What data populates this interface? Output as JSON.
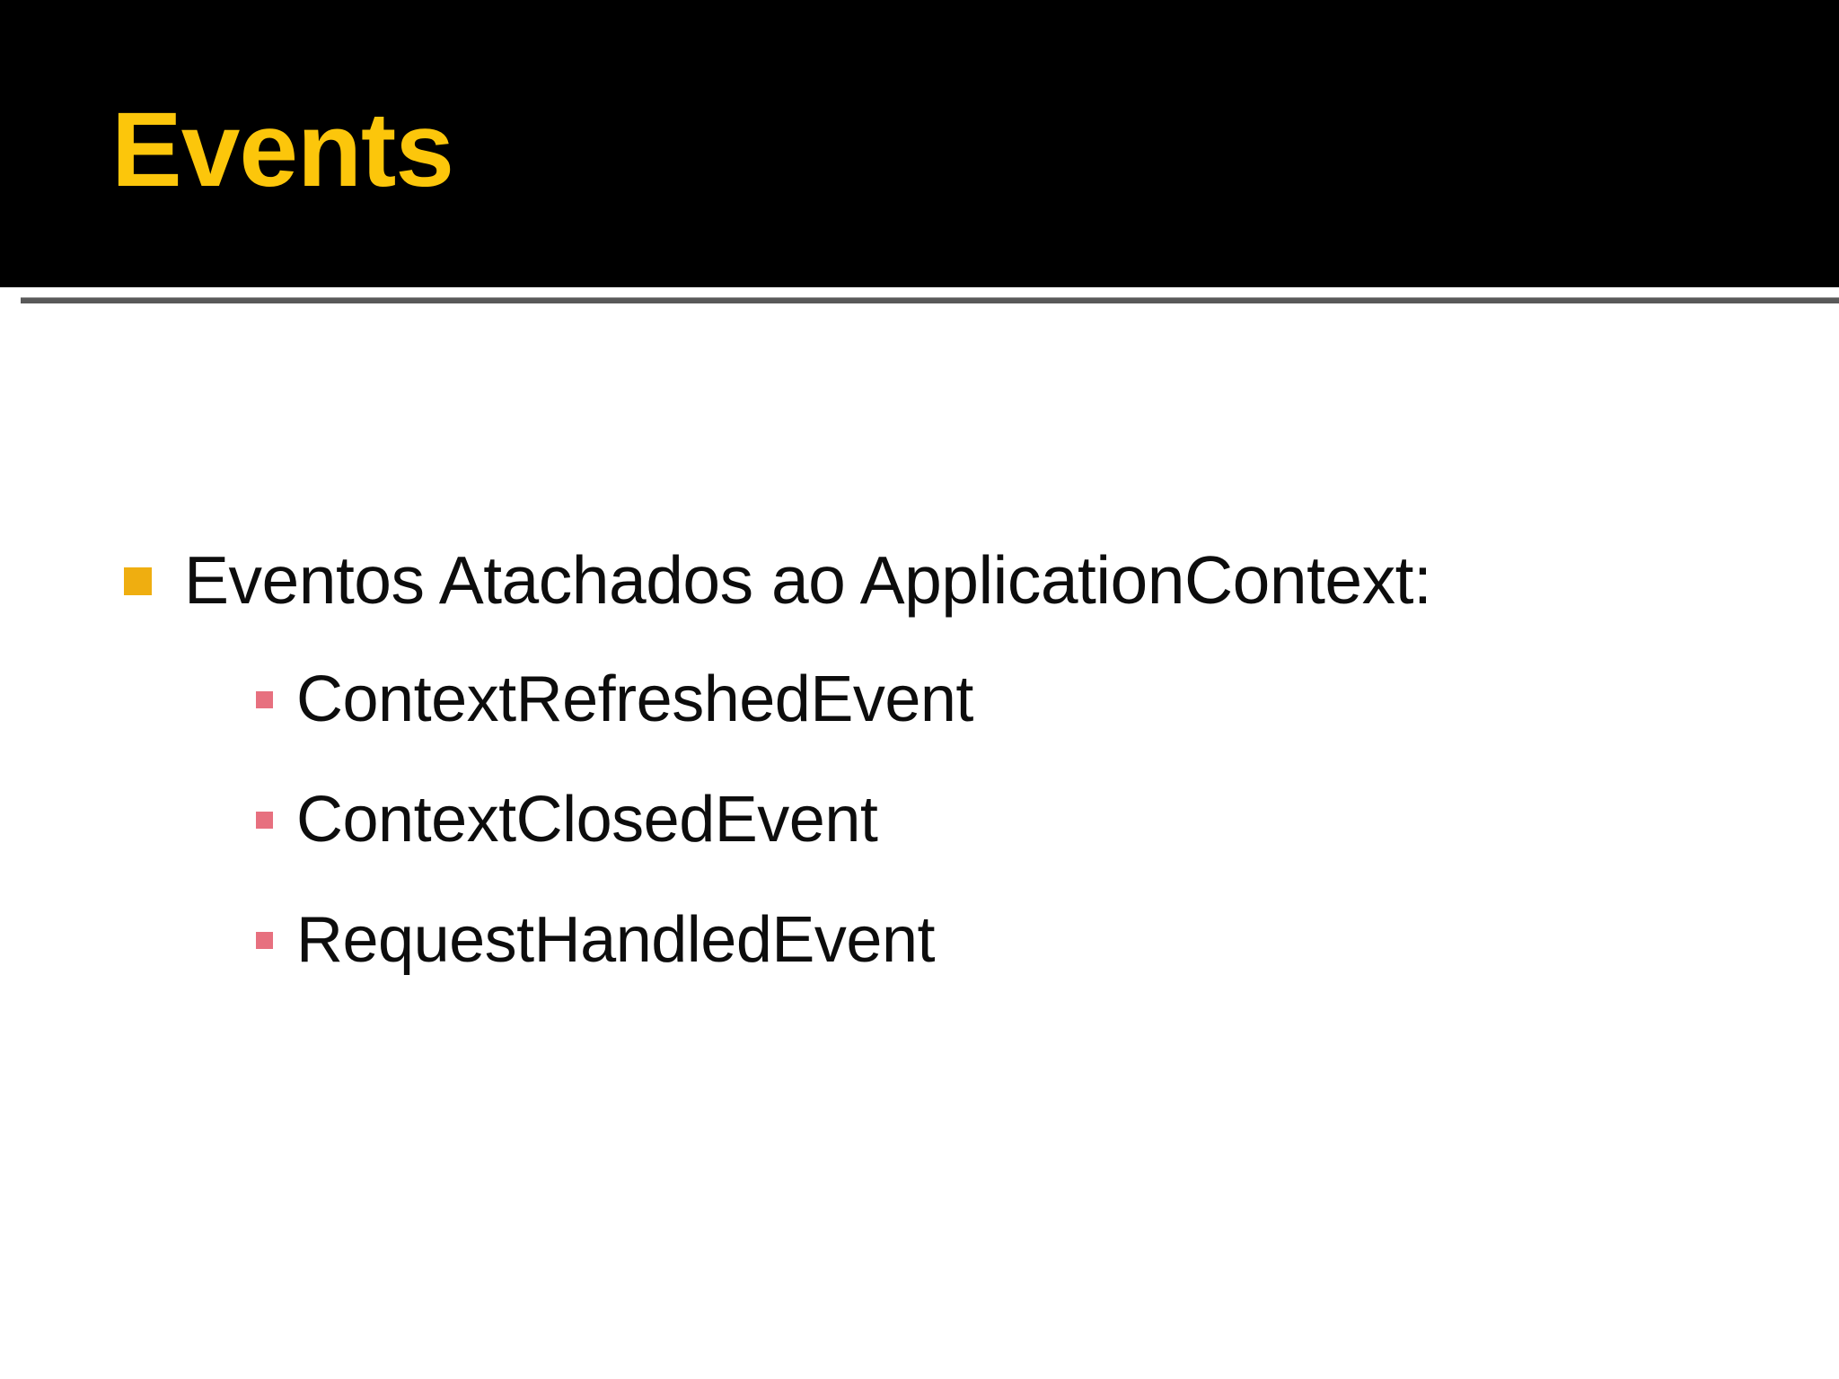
{
  "slide": {
    "title": "Events",
    "title_color": "#FCC60B",
    "header_background": "#000000",
    "background": "#FFFFFF",
    "rule_color": "#595959",
    "body_text_color": "#0D0D0D",
    "level1_bullet_color": "#EFAE10",
    "level2_bullet_color": "#E7707F",
    "bullets": [
      {
        "level": 1,
        "marker": "orange-square-bullet-icon",
        "text": "Eventos Atachados ao ApplicationContext:"
      },
      {
        "level": 2,
        "marker": "rose-square-bullet-icon",
        "text": "ContextRefreshedEvent"
      },
      {
        "level": 2,
        "marker": "rose-square-bullet-icon",
        "text": "ContextClosedEvent"
      },
      {
        "level": 2,
        "marker": "rose-square-bullet-icon",
        "text": "RequestHandledEvent"
      }
    ]
  }
}
